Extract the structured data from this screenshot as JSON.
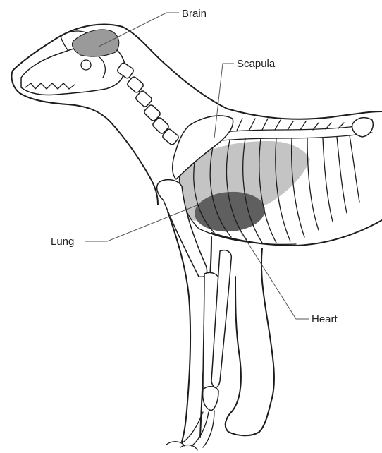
{
  "labels": {
    "brain": "Brain",
    "scapula": "Scapula",
    "lung": "Lung",
    "heart": "Heart"
  },
  "colors": {
    "brain_fill": "#9a9a9a",
    "lung_fill": "#c4c4c4",
    "heart_fill": "#5f5f5f",
    "line": "#1c1c1c",
    "leader": "#555555"
  }
}
